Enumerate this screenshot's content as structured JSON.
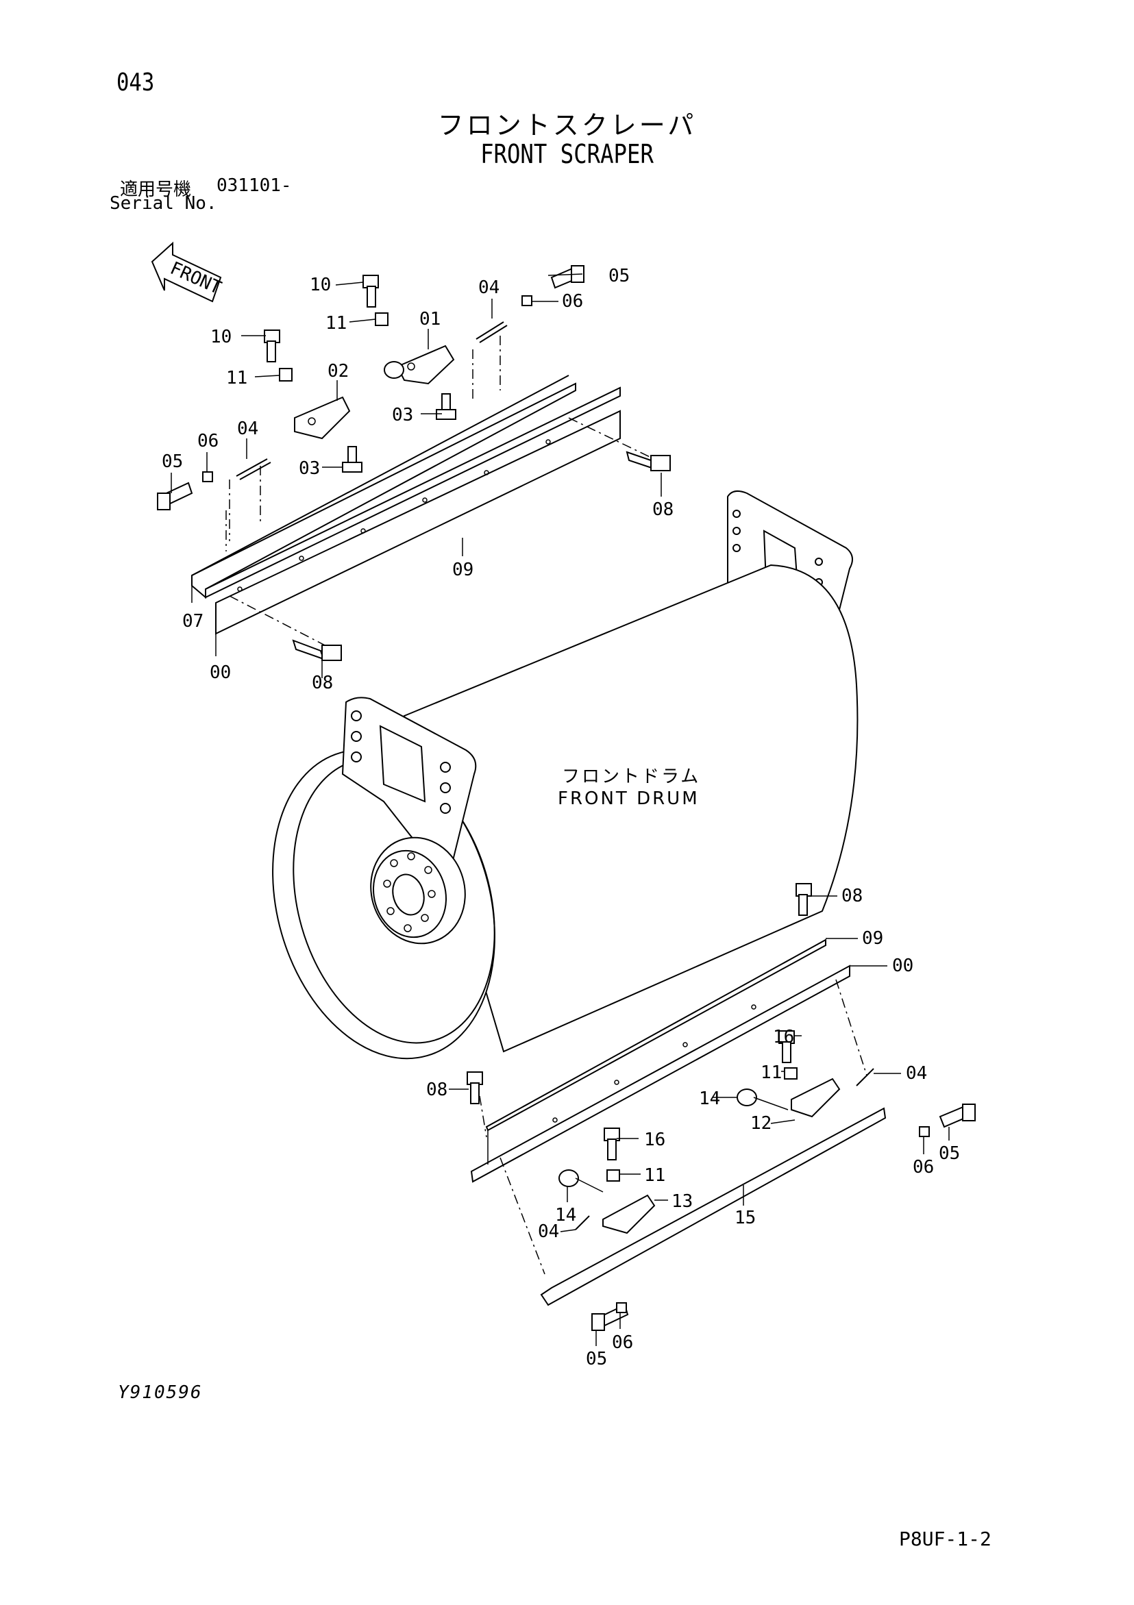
{
  "page_number": "043",
  "title_jp": "フロントスクレーパ",
  "title_en": "FRONT SCRAPER",
  "serial": {
    "label_jp": "適用号機",
    "value": "031101-",
    "label_en": "Serial No."
  },
  "front_arrow_label": "FRONT",
  "drum": {
    "label_jp": "フロントドラム",
    "label_en": "FRONT DRUM"
  },
  "callouts": {
    "c10a": "10",
    "c11a": "11",
    "c05a": "05",
    "c06a": "06",
    "c04a": "04",
    "c01": "01",
    "c10b": "10",
    "c11b": "11",
    "c02": "02",
    "c03a": "03",
    "c03b": "03",
    "c04b": "04",
    "c06b": "06",
    "c05b": "05",
    "c08a": "08",
    "c09a": "09",
    "c07": "07",
    "c00a": "00",
    "c08b": "08",
    "c08c": "08",
    "c09b": "09",
    "c00b": "00",
    "c16a": "16",
    "c11c": "11",
    "c04c": "04",
    "c14a": "14",
    "c12": "12",
    "c05c": "05",
    "c06c": "06",
    "c08d": "08",
    "c16b": "16",
    "c11d": "11",
    "c13": "13",
    "c14b": "14",
    "c04d": "04",
    "c15": "15",
    "c05d": "05",
    "c06d": "06"
  },
  "drawing_id": "Y910596",
  "page_code": "P8UF-1-2"
}
